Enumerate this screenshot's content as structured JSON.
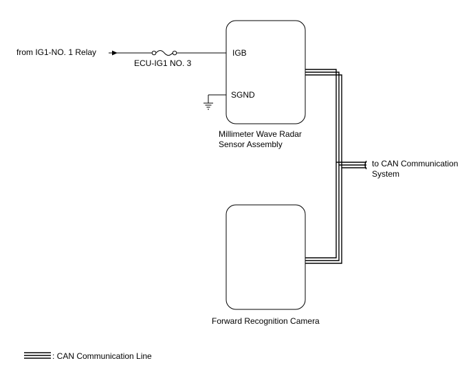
{
  "input_label": "from IG1-NO. 1 Relay",
  "fuse_label": "ECU-IG1 NO. 3",
  "radar": {
    "pin_igb": "IGB",
    "pin_sgnd": "SGND",
    "name_line1": "Millimeter Wave Radar",
    "name_line2": "Sensor Assembly"
  },
  "camera": {
    "name": "Forward Recognition Camera"
  },
  "can_target": {
    "line1": "to CAN Communication",
    "line2": "System"
  },
  "legend": {
    "text": ": CAN Communication Line"
  },
  "colors": {
    "line": "#000000",
    "background": "#ffffff"
  }
}
